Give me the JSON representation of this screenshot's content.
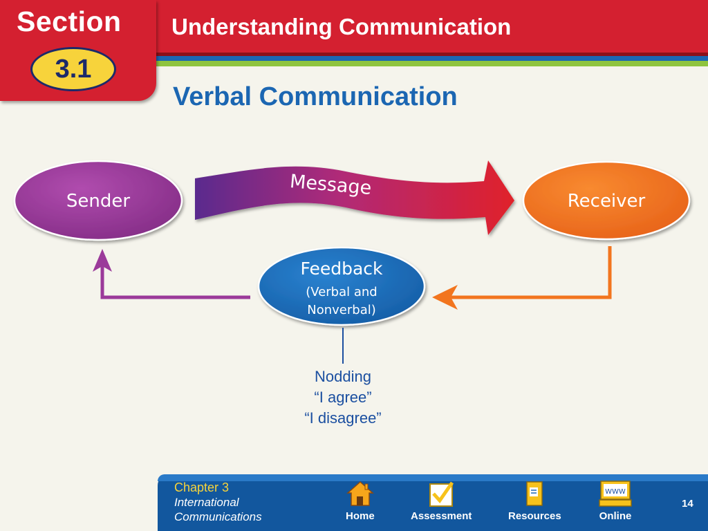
{
  "header": {
    "section_label": "Section",
    "section_number": "3.1",
    "chapter_title": "Understanding Communication"
  },
  "slide": {
    "title": "Verbal Communication"
  },
  "diagram": {
    "sender": "Sender",
    "message": "Message",
    "receiver": "Receiver",
    "feedback_title": "Feedback",
    "feedback_sub1": "(Verbal and",
    "feedback_sub2": "Nonverbal)",
    "examples": [
      "Nodding",
      "“I agree”",
      "“I disagree”"
    ],
    "colors": {
      "sender": "#9b3a9a",
      "receiver": "#f2751e",
      "feedback": "#1e6fbb",
      "message_start": "#5a2a8e",
      "message_end": "#e0202a"
    }
  },
  "footer": {
    "chapter_num": "Chapter 3",
    "chapter_name": "International Communications",
    "nav": [
      {
        "label": "Home",
        "icon": "home-icon"
      },
      {
        "label": "Assessment",
        "icon": "checkbox-icon"
      },
      {
        "label": "Resources",
        "icon": "book-icon"
      },
      {
        "label": "Online",
        "icon": "www-monitor-icon"
      }
    ],
    "page_number": "14",
    "www_text": "WWW"
  }
}
